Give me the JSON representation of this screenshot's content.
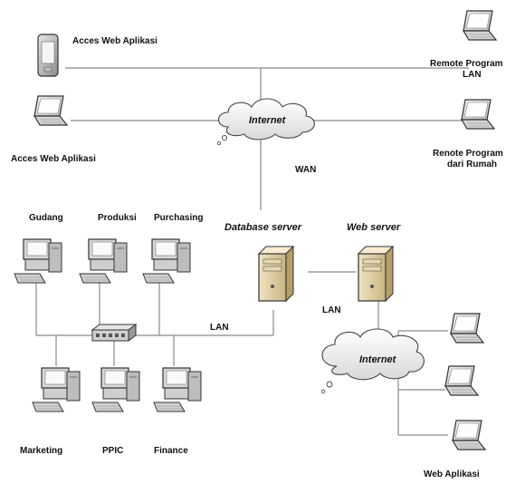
{
  "diagram": {
    "labels": {
      "access_mobile": "Acces Web Aplikasi",
      "access_laptop": "Acces Web Aplikasi",
      "remote_lan_line1": "Remote Program",
      "remote_lan_line2": "LAN",
      "remote_home_line1": "Renote Program",
      "remote_home_line2": "dari Rumah",
      "internet_top": "Internet",
      "wan": "WAN",
      "database_server": "Database server",
      "web_server": "Web server",
      "gudang": "Gudang",
      "produksi": "Produksi",
      "purchasing": "Purchasing",
      "lan_left": "LAN",
      "lan_mid": "LAN",
      "internet_bottom": "Internet",
      "marketing": "Marketing",
      "ppic": "PPIC",
      "finance": "Finance",
      "web_aplikasi": "Web Aplikasi"
    }
  }
}
